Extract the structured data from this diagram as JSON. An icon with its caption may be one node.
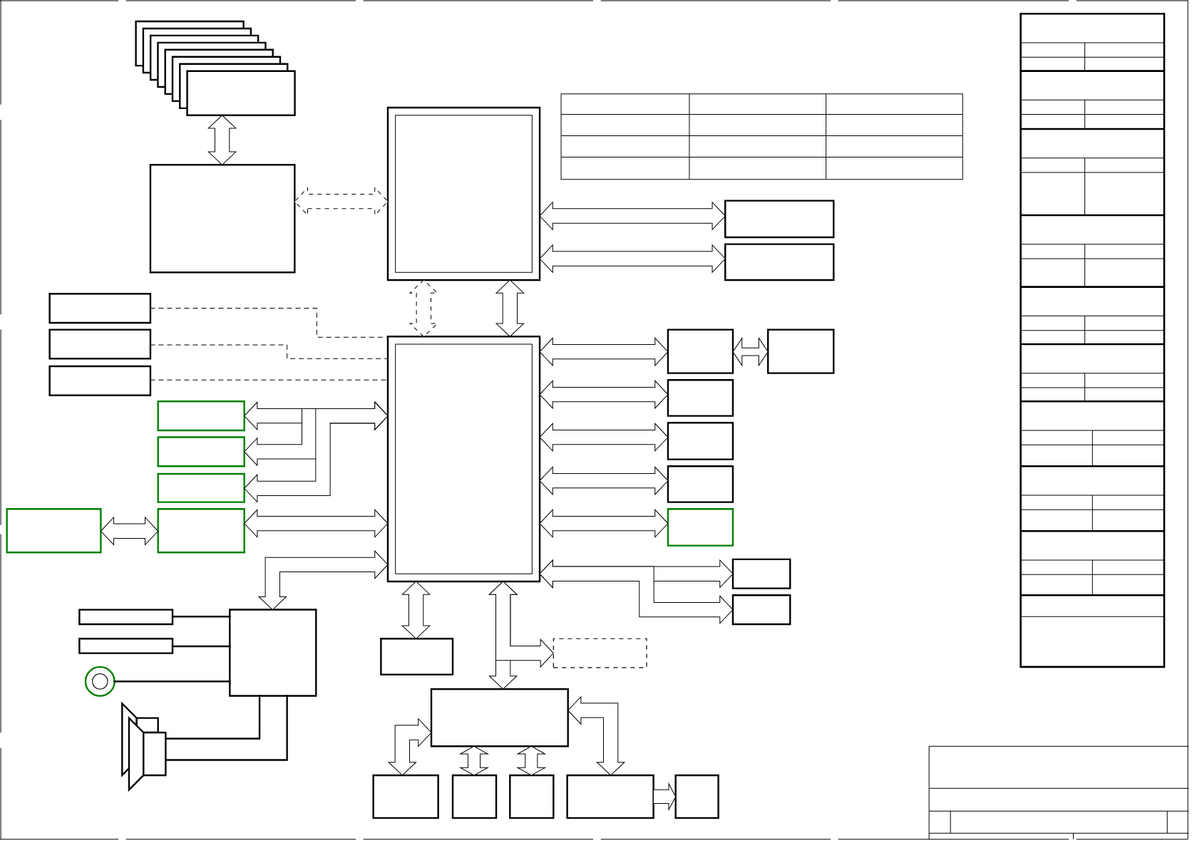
{
  "diagram": {
    "nodes": [
      {
        "text": [],
        "shape": "box"
      },
      {
        "text": [],
        "shape": "box"
      },
      {
        "text": [],
        "shape": "box"
      },
      {
        "text": [],
        "shape": "box"
      },
      {
        "text": [],
        "shape": "box"
      },
      {
        "text": [],
        "shape": "box"
      },
      {
        "text": [],
        "shape": "box"
      },
      {
        "text": [],
        "shape": "box"
      },
      {
        "text": [],
        "shape": "box"
      },
      {
        "text": [],
        "shape": "box"
      },
      {
        "text": [],
        "shape": "box"
      },
      {
        "text": [],
        "shape": "box"
      },
      {
        "text": [],
        "shape": "box"
      },
      {
        "text": [],
        "shape": "box"
      },
      {
        "text": [],
        "shape": "box"
      },
      {
        "text": [],
        "shape": "box"
      },
      {
        "text": [],
        "shape": "box"
      },
      {
        "text": [],
        "shape": "box"
      },
      {
        "text": [],
        "shape": "box"
      },
      {
        "text": [],
        "shape": "box"
      },
      {
        "text": [],
        "shape": "box"
      },
      {
        "text": [],
        "shape": "box"
      },
      {
        "text": [],
        "shape": "box"
      },
      {
        "text": [],
        "shape": "box"
      },
      {
        "text": [],
        "shape": "box"
      },
      {
        "text": [],
        "shape": "box"
      },
      {
        "text": [],
        "shape": "box"
      },
      {
        "text": [],
        "shape": "box"
      },
      {
        "text": [],
        "shape": "box"
      },
      {
        "text": [],
        "shape": "box"
      },
      {
        "text": [],
        "shape": "bar"
      },
      {
        "text": [],
        "shape": "bar"
      },
      {
        "text": [],
        "shape": "circle"
      },
      {
        "text": [],
        "shape": "speaker"
      },
      {
        "text": [],
        "shape": "box"
      },
      {
        "text": [],
        "shape": "box"
      },
      {
        "text": [],
        "shape": "box"
      },
      {
        "text": [],
        "shape": "box"
      },
      {
        "text": [],
        "shape": "box"
      },
      {
        "text": [],
        "shape": "box"
      },
      {
        "text": [],
        "shape": "box"
      },
      {
        "text": [],
        "shape": "box"
      }
    ],
    "edges": [
      {
        "from": 7,
        "to": 8,
        "arrow": "both"
      },
      {
        "from": 8,
        "to": 9,
        "arrow": "both",
        "style": "dashed"
      },
      {
        "from": 9,
        "to": 10,
        "arrow": "both"
      },
      {
        "from": 9,
        "to": 11,
        "arrow": "both"
      },
      {
        "from": 9,
        "to": 15,
        "arrow": "both",
        "style": "dashed"
      },
      {
        "from": 9,
        "to": 15,
        "arrow": "both"
      },
      {
        "from": 12,
        "to": 15,
        "arrow": "none",
        "style": "dashed"
      },
      {
        "from": 13,
        "to": 15,
        "arrow": "none",
        "style": "dashed"
      },
      {
        "from": 14,
        "to": 15,
        "arrow": "none",
        "style": "dashed"
      },
      {
        "from": 16,
        "to": 15,
        "arrow": "both"
      },
      {
        "from": 17,
        "to": 15,
        "arrow": "both"
      },
      {
        "from": 18,
        "to": 15,
        "arrow": "both"
      },
      {
        "from": 19,
        "to": 20,
        "arrow": "both"
      },
      {
        "from": 20,
        "to": 15,
        "arrow": "both"
      },
      {
        "from": 15,
        "to": 29,
        "arrow": "both"
      },
      {
        "from": 15,
        "to": 21,
        "arrow": "both"
      },
      {
        "from": 21,
        "to": 22,
        "arrow": "both"
      },
      {
        "from": 15,
        "to": 23,
        "arrow": "both"
      },
      {
        "from": 15,
        "to": 24,
        "arrow": "both"
      },
      {
        "from": 15,
        "to": 25,
        "arrow": "both"
      },
      {
        "from": 15,
        "to": 26,
        "arrow": "both"
      },
      {
        "from": 15,
        "to": 27,
        "arrow": "both"
      },
      {
        "from": 15,
        "to": 28,
        "arrow": "both"
      },
      {
        "from": 30,
        "to": 29,
        "arrow": "none"
      },
      {
        "from": 31,
        "to": 29,
        "arrow": "none"
      },
      {
        "from": 32,
        "to": 29,
        "arrow": "none"
      },
      {
        "from": 29,
        "to": 33,
        "arrow": "none"
      },
      {
        "from": 29,
        "to": 33,
        "arrow": "none"
      },
      {
        "from": 15,
        "to": 34,
        "arrow": "both"
      },
      {
        "from": 15,
        "to": 36,
        "arrow": "both"
      },
      {
        "from": 15,
        "to": 35,
        "arrow": "both"
      },
      {
        "from": 36,
        "to": 40,
        "arrow": "both"
      },
      {
        "from": 36,
        "to": 37,
        "arrow": "both"
      },
      {
        "from": 36,
        "to": 38,
        "arrow": "both"
      },
      {
        "from": 36,
        "to": 39,
        "arrow": "both"
      },
      {
        "from": 40,
        "to": 41,
        "arrow": "to"
      }
    ]
  }
}
